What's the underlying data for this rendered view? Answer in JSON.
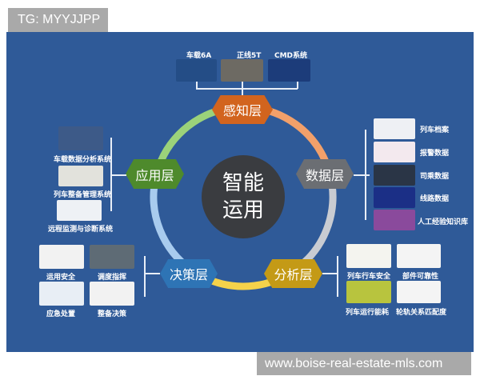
{
  "watermarks": {
    "top": "TG: MYYJJPP",
    "bottom": "www.boise-real-estate-mls.com"
  },
  "colors": {
    "panel_bg": "#2f5a98",
    "center": "#3a3c40",
    "perception": "#d2641e",
    "data": "#6b6e73",
    "analysis": "#c49a16",
    "decision": "#2e74b5",
    "application": "#4e8a2c"
  },
  "center": {
    "line1": "智能",
    "line2": "运用"
  },
  "layers": {
    "perception": {
      "label": "感知层",
      "items": [
        "车载6A",
        "正线5T",
        "CMD系统"
      ]
    },
    "data": {
      "label": "数据层",
      "items": [
        "列车档案",
        "报警数据",
        "司乘数据",
        "线路数据",
        "人工经验知识库"
      ]
    },
    "analysis": {
      "label": "分析层",
      "items": [
        "列车行车安全",
        "部件可靠性",
        "列车运行能耗",
        "轮轨关系匹配度"
      ]
    },
    "decision": {
      "label": "决策层",
      "items": [
        "运用安全",
        "调度指挥",
        "应急处置",
        "整备决策"
      ]
    },
    "application": {
      "label": "应用层",
      "items": [
        "车载数据分析系统",
        "列车整备管理系统",
        "远程监测与诊断系统"
      ]
    }
  }
}
